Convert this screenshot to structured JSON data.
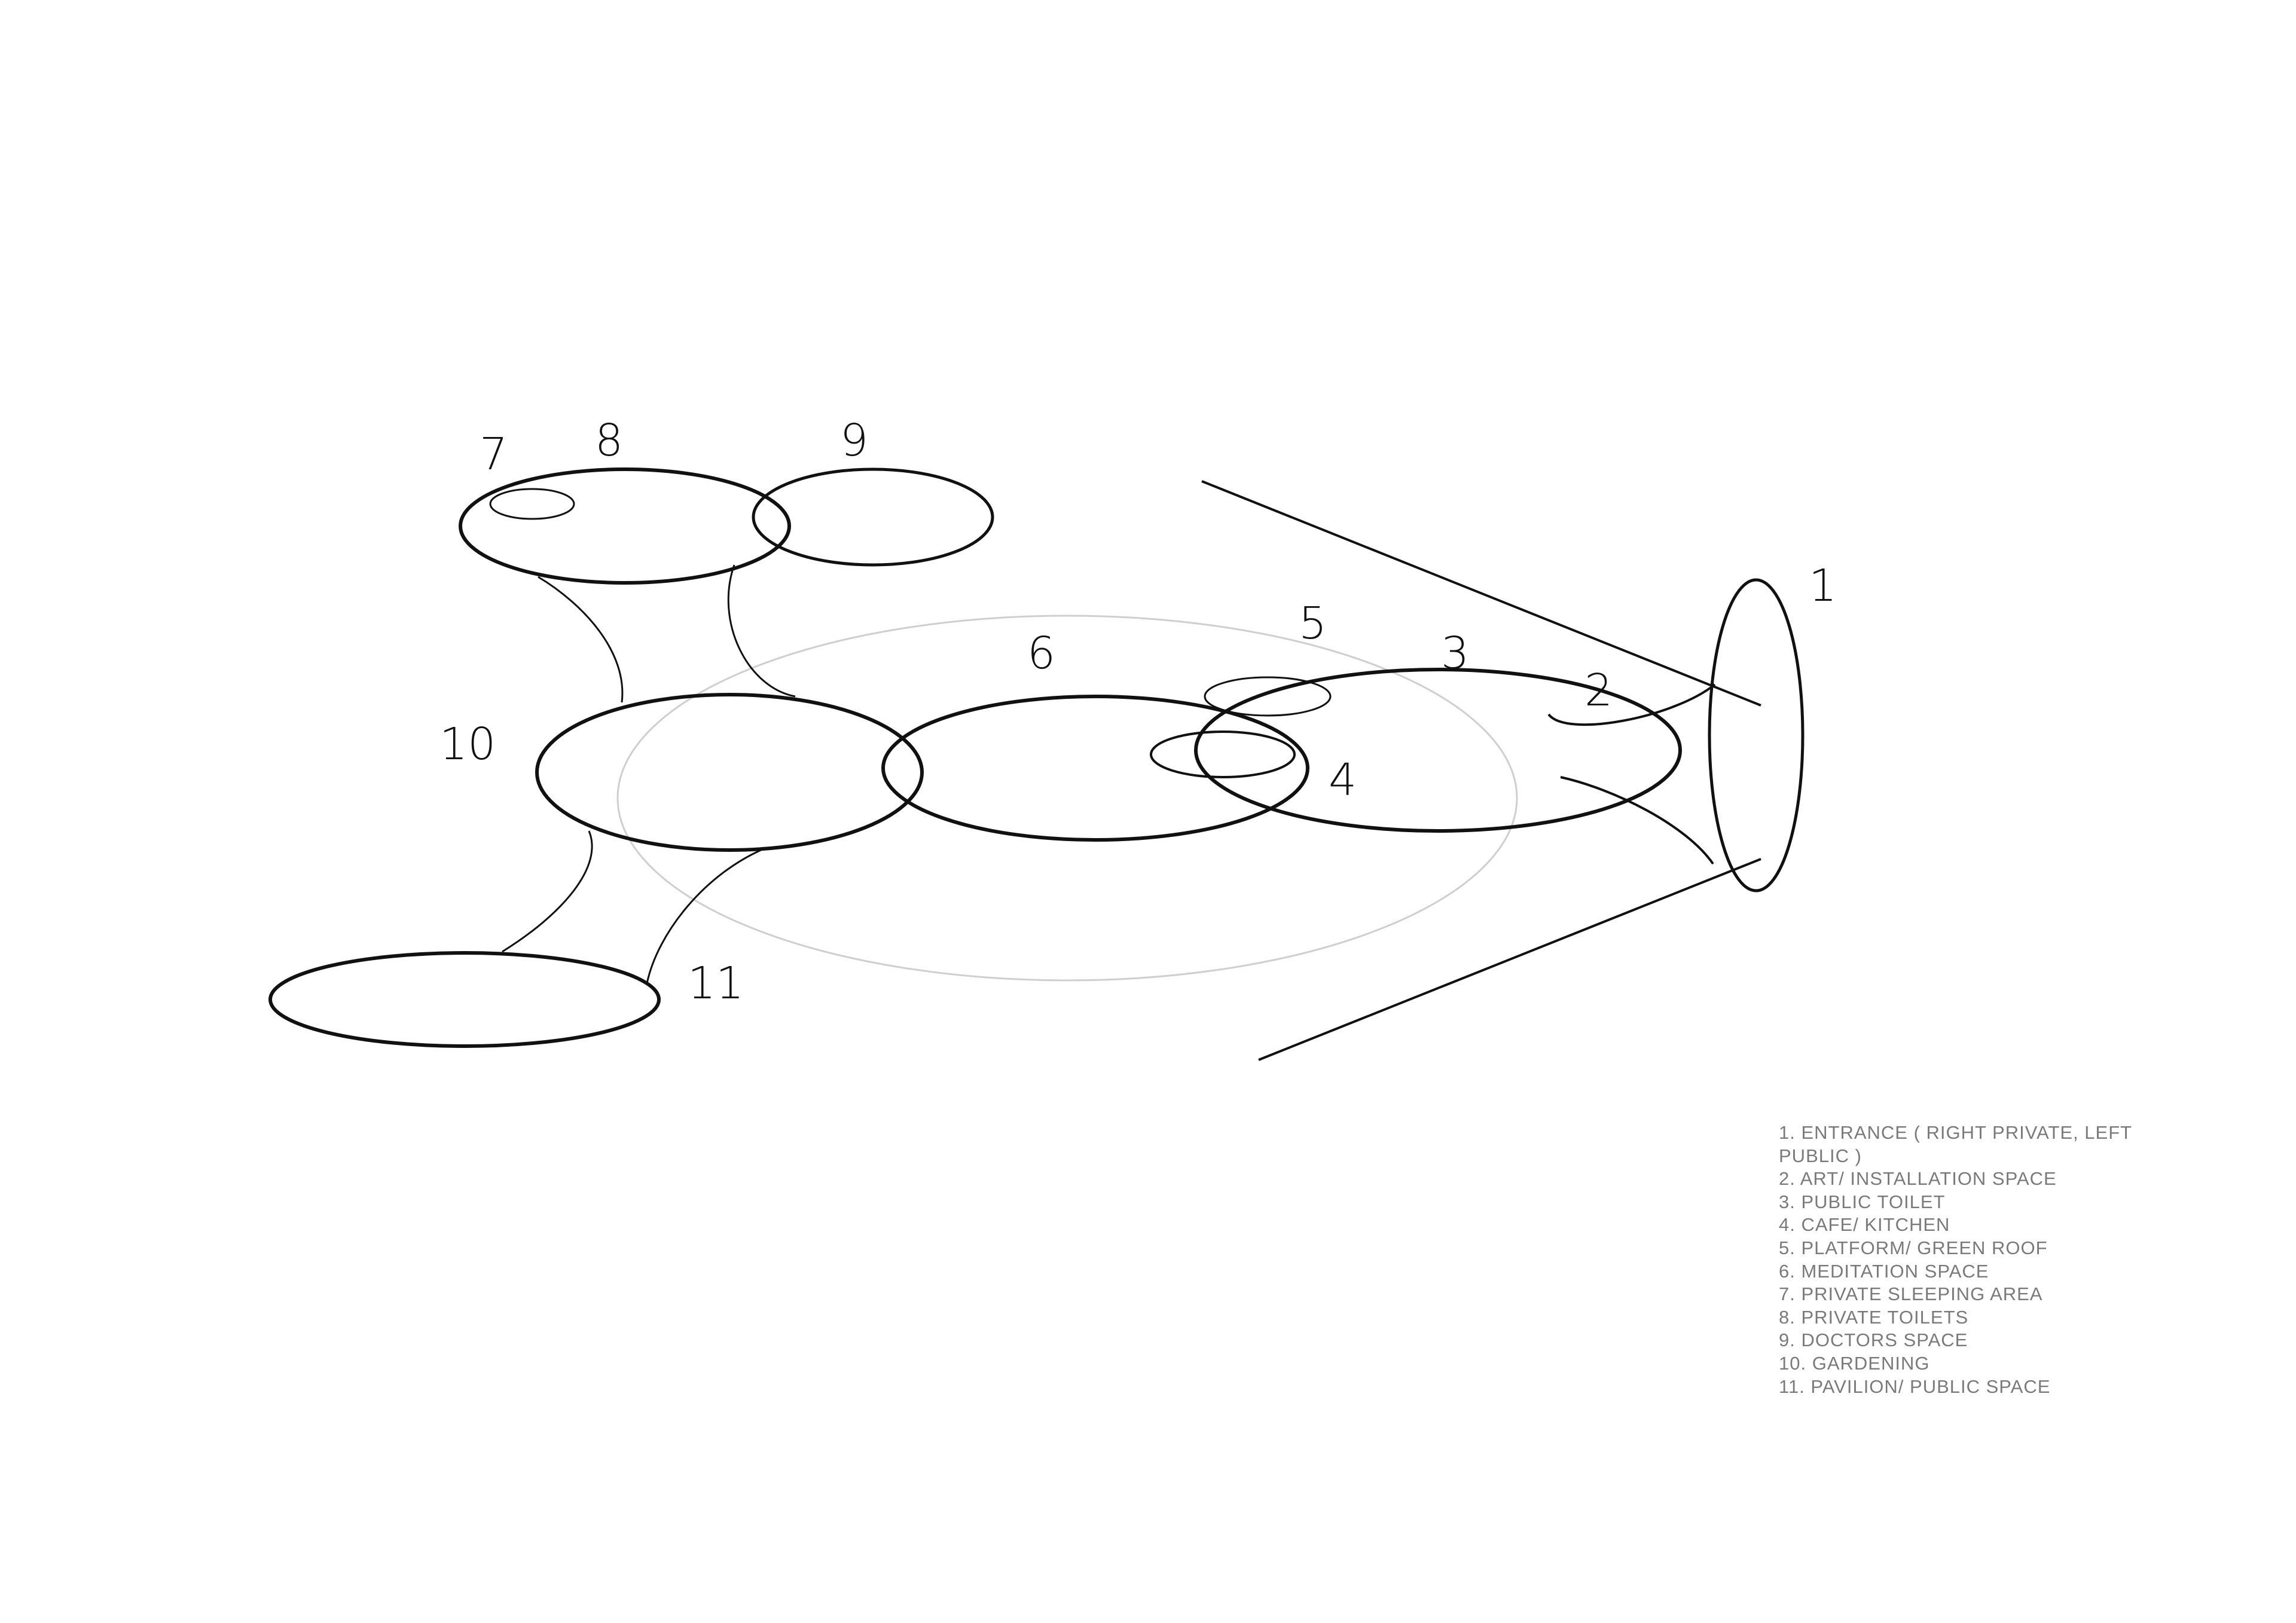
{
  "zone_labels": {
    "z1": "1",
    "z2": "2",
    "z3": "3",
    "z4": "4",
    "z5": "5",
    "z6": "6",
    "z7": "7",
    "z8": "8",
    "z9": "9",
    "z10": "10",
    "z11": "11"
  },
  "legend": [
    "1. ENTRANCE ( RIGHT PRIVATE, LEFT PUBLIC )",
    "2. ART/ INSTALLATION SPACE",
    "3. PUBLIC TOILET",
    "4. CAFE/ KITCHEN",
    "5. PLATFORM/ GREEN ROOF",
    "6. MEDITATION SPACE",
    "7. PRIVATE SLEEPING AREA",
    "8. PRIVATE TOILETS",
    "9. DOCTORS SPACE",
    "10. GARDENING",
    "11. PAVILION/ PUBLIC SPACE"
  ],
  "colors": {
    "stroke": "#111111",
    "site_outline": "#cfcfcf",
    "legend_text": "#7a7a7a",
    "background": "#ffffff"
  }
}
